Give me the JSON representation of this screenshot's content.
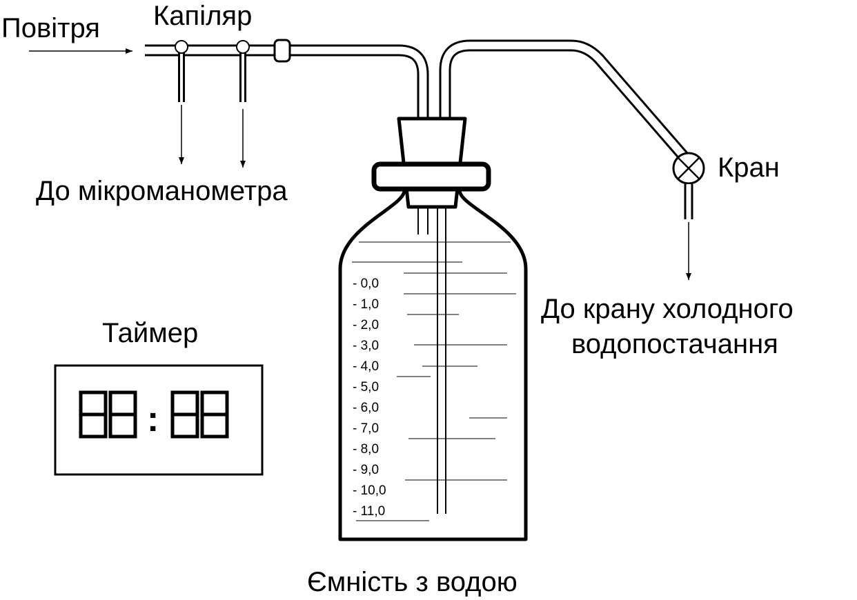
{
  "labels": {
    "air": "Повітря",
    "capillary": "Капіляр",
    "to_micromanometer": "До мікроманометра",
    "valve": "Кран",
    "to_tap_line1": "До крану холодного",
    "to_tap_line2": "водопостачання",
    "timer": "Таймер",
    "vessel": "Ємність з водою"
  },
  "timer_display": {
    "separator": ":"
  },
  "scale_marks": [
    "-  0,0",
    "-  1,0",
    "-  2,0",
    "-  3,0",
    "-  4,0",
    "-  5,0",
    "-  6,0",
    "-  7,0",
    "-  8,0",
    "-  9,0",
    "- 10,0",
    "- 11,0"
  ]
}
